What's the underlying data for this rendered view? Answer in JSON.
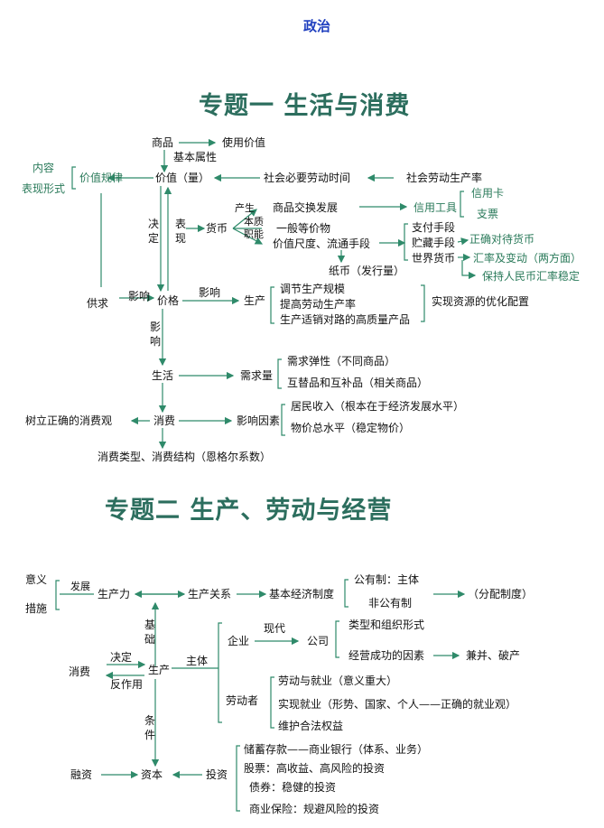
{
  "colors": {
    "heading": "#1f3fbf",
    "topic": "#2c6e5e",
    "teal_text": "#2a7a5a",
    "line": "#2f8a6a",
    "text": "#111111"
  },
  "page_heading": "政治",
  "topic1": {
    "title": "专题一  生活与消费",
    "goods": "商品",
    "use_value": "使用价值",
    "basic_attr": "基本属性",
    "content": "内容",
    "form": "表现形式",
    "law_of_value": "价值规律",
    "value": "价值（量）",
    "social_labor_time": "社会必要劳动时间",
    "social_productivity": "社会劳动生产率",
    "decide": "决定",
    "express": "表现",
    "currency": "货币",
    "origin": "产生",
    "essence": "本质",
    "function": "职能",
    "exchange_dev": "商品交换发展",
    "credit_tool": "信用工具",
    "credit_card": "信用卡",
    "check": "支票",
    "general_equiv": "一般等价物",
    "payment": "支付手段",
    "storage": "贮藏手段",
    "world_money": "世界货币",
    "value_measure": "价值尺度、流通手段",
    "correct_money": "正确对待货币",
    "exchange_rate": "汇率及变动（两方面）",
    "rmb_stable": "保持人民币汇率稳定",
    "paper_money": "纸币（发行量）",
    "supply_demand": "供求",
    "influence1": "影响",
    "price": "价格",
    "influence2": "影响",
    "influence3": "影响",
    "production": "生产",
    "adjust_scale": "调节生产规模",
    "raise_productivity": "提高劳动生产率",
    "quality_products": "生产适销对路的高质量产品",
    "optimize": "实现资源的优化配置",
    "life": "生活",
    "demand": "需求量",
    "elasticity": "需求弹性（不同商品）",
    "substitutes": "互替品和互补品（相关商品）",
    "correct_view": "树立正确的消费观",
    "consumption": "消费",
    "factors": "影响因素",
    "income": "居民收入（根本在于经济发展水平）",
    "price_level": "物价总水平（稳定物价）",
    "types": "消费类型、消费结构（恩格尔系数）"
  },
  "topic2": {
    "title": "专题二  生产、劳动与经营",
    "meaning": "意义",
    "measures": "措施",
    "development": "发展",
    "productive_forces": "生产力",
    "relations": "生产关系",
    "basic_system": "基本经济制度",
    "public": "公有制：主体",
    "nonpublic": "非公有制",
    "distribution": "（分配制度）",
    "foundation": "基础",
    "modern": "现代",
    "enterprise": "企业",
    "company": "公司",
    "types_forms": "类型和组织形式",
    "success_factors": "经营成功的因素",
    "merger": "兼并、破产",
    "decide": "决定",
    "counter": "反作用",
    "consumption": "消费",
    "production": "生产",
    "subject": "主体",
    "laborer": "劳动者",
    "employment": "劳动与就业（意义重大）",
    "realize_employment": "实现就业（形势、国家、个人——正确的就业观）",
    "rights": "维护合法权益",
    "condition": "条件",
    "savings": "储蓄存款——商业银行（体系、业务）",
    "stocks": "股票：高收益、高风险的投资",
    "bonds": "债券：稳健的投资",
    "insurance": "商业保险：规避风险的投资",
    "financing": "融资",
    "capital": "资本",
    "investment": "投资"
  }
}
